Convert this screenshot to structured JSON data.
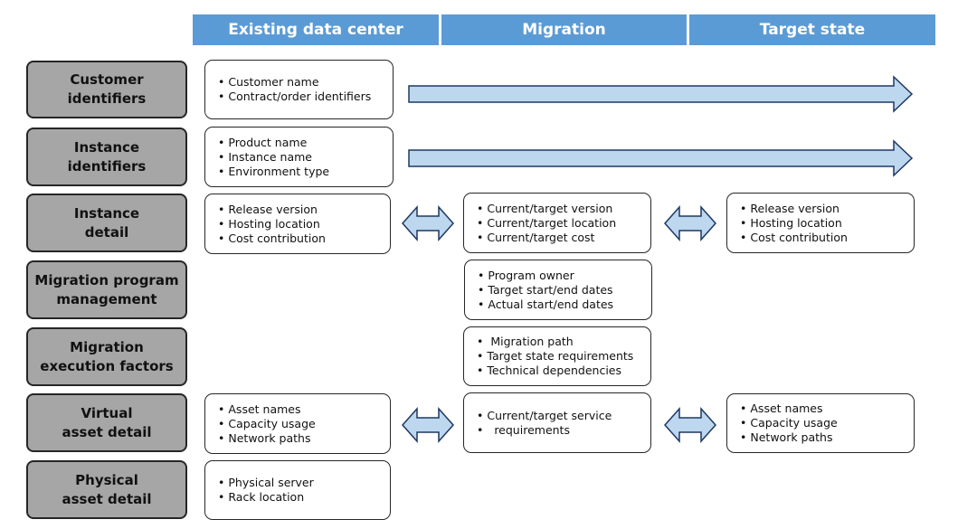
{
  "headers": {
    "existing": "Existing data center",
    "migration": "Migration",
    "target": "Target state"
  },
  "rows": {
    "customer": "Customer\nidentifiers",
    "instance_ids": "Instance\nidentifiers",
    "instance_detail": "Instance\ndetail",
    "program_mgmt": "Migration program\nmanagement",
    "exec_factors": "Migration\nexecution factors",
    "virtual": "Virtual\nasset detail",
    "physical": "Physical\nasset detail"
  },
  "existing": {
    "customer": [
      "Customer name",
      "Contract/order identifiers"
    ],
    "instance_ids": [
      "Product name",
      "Instance name",
      "Environment type"
    ],
    "instance_detail": [
      "Release version",
      "Hosting location",
      "Cost contribution"
    ],
    "virtual": [
      "Asset names",
      "Capacity usage",
      "Network paths"
    ],
    "physical": [
      "Physical server",
      "Rack location"
    ]
  },
  "migration": {
    "instance_detail": [
      "Current/target version",
      "Current/target location",
      "Current/target cost"
    ],
    "program_mgmt": [
      "Program owner",
      "Target start/end dates",
      "Actual start/end dates"
    ],
    "exec_factors": [
      " Migration path",
      "Target state requirements",
      "Technical dependencies"
    ],
    "virtual": [
      "Current/target service",
      "  requirements"
    ]
  },
  "target": {
    "instance_detail": [
      "Release version",
      "Hosting location",
      "Cost contribution"
    ],
    "virtual": [
      "Asset names",
      "Capacity usage",
      "Network paths"
    ]
  },
  "colors": {
    "header_bg": "#5b9bd5",
    "row_label_bg": "#a6a6a6",
    "arrow_fill": "#bdd7ee",
    "arrow_stroke": "#1f3864"
  },
  "icons": [
    "arrow-right-icon",
    "double-arrow-icon"
  ]
}
